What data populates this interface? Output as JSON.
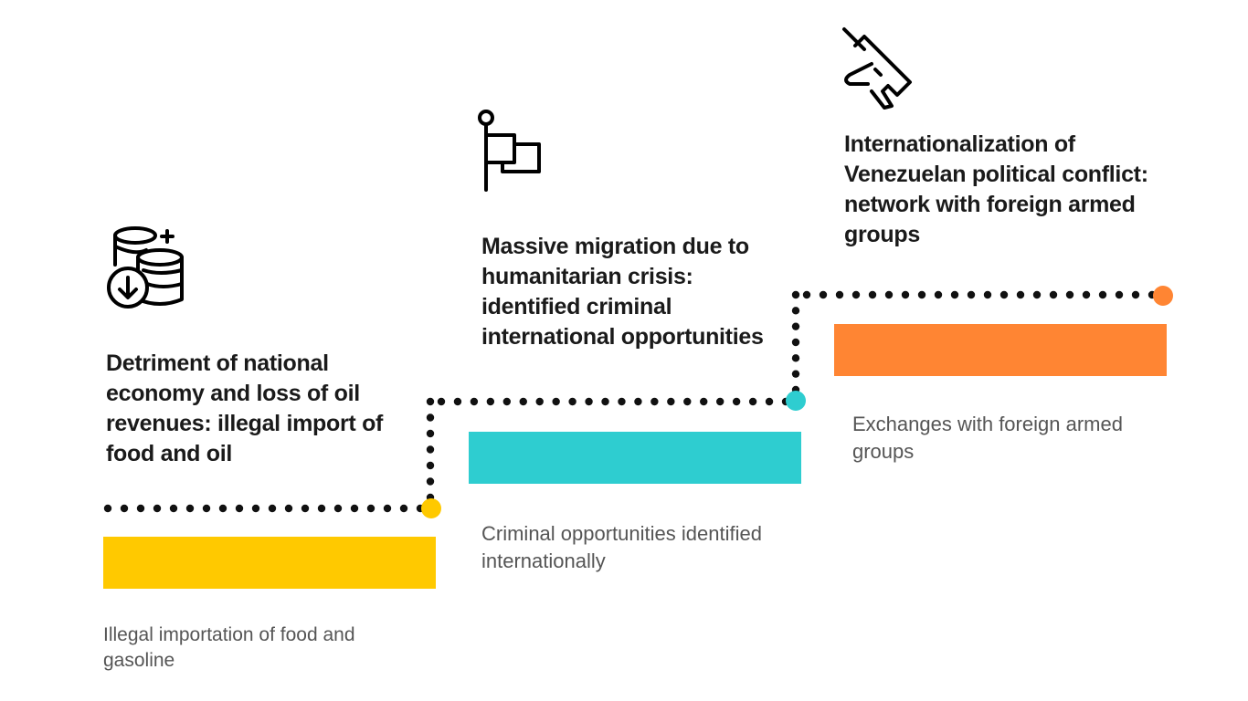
{
  "steps": [
    {
      "id": "s1",
      "icon": "coins-icon",
      "title": "Detriment of national economy and loss of oil revenues: illegal import of food and oil",
      "note": "Illegal importation of food and gasoline",
      "color": "#ffc900"
    },
    {
      "id": "s2",
      "icon": "flag-icon",
      "title": "Massive migration due to humanitarian crisis: identified criminal international opportunities",
      "note": "Criminal opportunities identified internationally",
      "color": "#2ecdd0"
    },
    {
      "id": "s3",
      "icon": "rifle-icon",
      "title": "Internationalization of Venezuelan political conflict: network with foreign armed groups",
      "note": "Exchanges with foreign armed groups",
      "color": "#ff8533"
    }
  ],
  "line_color": "#111111"
}
